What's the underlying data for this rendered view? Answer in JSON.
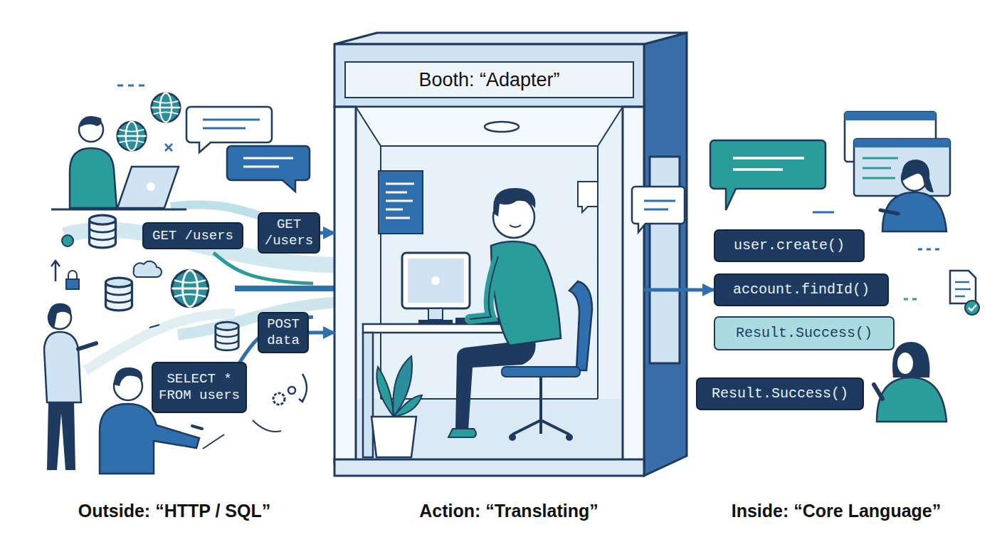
{
  "diagram": {
    "nodes": [
      {
        "text": [
          "GET /users"
        ]
      },
      {
        "text": [
          "GET /users"
        ]
      },
      {
        "text": [
          "POST data"
        ]
      },
      {
        "text": [
          "SELECT * FROM users"
        ]
      },
      {
        "text": [
          "Booth: “Adapter”"
        ]
      },
      {
        "text": [
          "user.create()"
        ]
      },
      {
        "text": [
          "account.findId()"
        ]
      },
      {
        "text": [
          "Result.Success()"
        ]
      },
      {
        "text": [
          "Result.Success()"
        ]
      }
    ],
    "edges": [
      {
        "from": 1,
        "to": 4,
        "arrow": "to"
      },
      {
        "from": 2,
        "to": 4,
        "arrow": "to"
      },
      {
        "from": 4,
        "to": 6,
        "arrow": "to"
      }
    ],
    "labels": [
      "Outside: “HTTP / SQL”",
      "Action: “Translating”",
      "Inside: “Core Language”"
    ]
  }
}
